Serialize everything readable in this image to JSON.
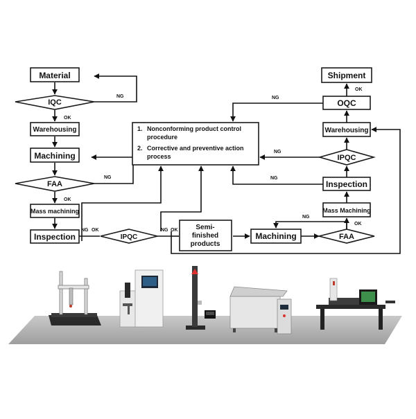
{
  "flow": {
    "left": {
      "material": "Material",
      "iqc": "IQC",
      "warehousing": "Warehousing",
      "machining": "Machining",
      "faa": "FAA",
      "mass_machining": "Mass machining",
      "inspection": "Inspection"
    },
    "center": {
      "ipqc": "IPQC",
      "semi_line1": "Semi-",
      "semi_line2": "finished",
      "semi_line3": "products",
      "machining": "Machining",
      "faa": "FAA"
    },
    "right": {
      "shipment": "Shipment",
      "oqc": "OQC",
      "warehousing": "Warehousing",
      "ipqc": "IPQC",
      "inspection": "Inspection",
      "mass_machining": "Mass Machining"
    },
    "procedures": {
      "item1_num": "1.",
      "item1_line1": "Nonconforming product control",
      "item1_line2": "procedure",
      "item2_num": "2.",
      "item2_line1": "Corrective and preventive action",
      "item2_line2": "process"
    },
    "labels": {
      "ok": "OK",
      "ng": "NG"
    }
  },
  "equipment": [
    "coordinate-measuring-machine",
    "hardness-tester",
    "height-gauge",
    "salt-spray-test-chamber",
    "video-measuring-system"
  ]
}
